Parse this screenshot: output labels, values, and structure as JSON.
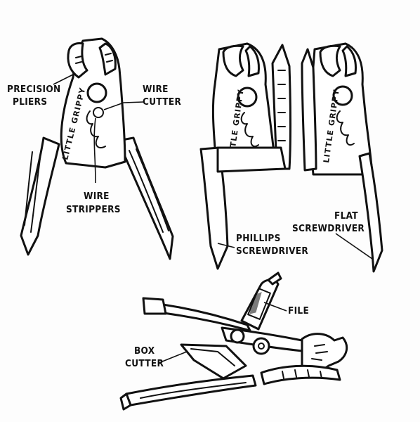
{
  "brand_text": "LITTLE GRIPPY",
  "labels": {
    "precision_pliers": [
      "PRECISION",
      "PLIERS"
    ],
    "wire_cutter": [
      "WIRE",
      "CUTTER"
    ],
    "wire_strippers": [
      "WIRE",
      "STRIPPERS"
    ],
    "phillips_screwdriver": [
      "PHILLIPS",
      "SCREWDRIVER"
    ],
    "flat_screwdriver": [
      "FLAT",
      "SCREWDRIVER"
    ],
    "file": [
      "FILE"
    ],
    "box_cutter": [
      "BOX",
      "CUTTER"
    ]
  }
}
